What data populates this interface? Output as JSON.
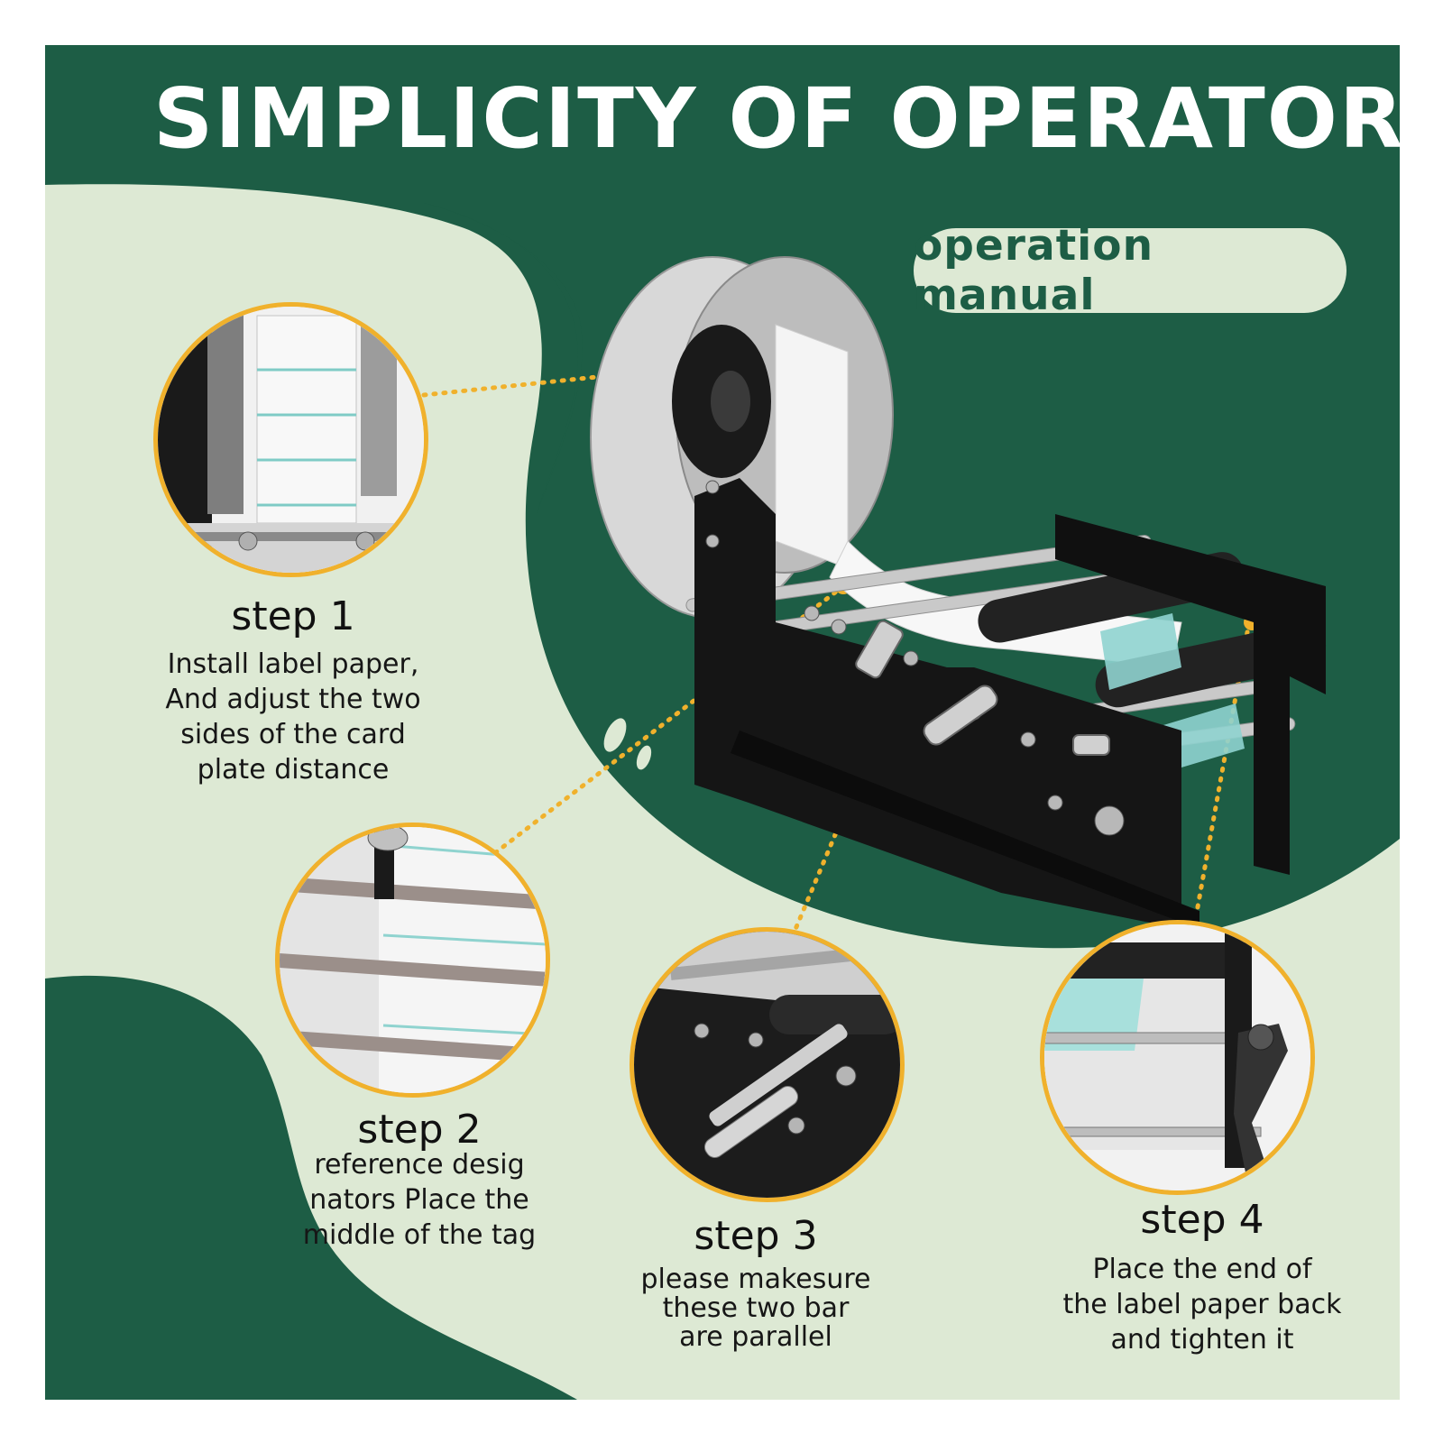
{
  "title": "SIMPLICITY OF OPERATOR",
  "badge": "operation manual",
  "steps": [
    {
      "title": "step 1",
      "text": "Install label paper,\nAnd adjust the two\nsides of the card\nplate distance"
    },
    {
      "title": "step 2",
      "text": "reference desig\nnators Place the\nmiddle of the tag"
    },
    {
      "title": "step 3",
      "text": "please makesure\nthese two bar\nare parallel"
    },
    {
      "title": "step 4",
      "text": "Place the end of\nthe label paper back\nand tighten it"
    }
  ],
  "colors": {
    "dark_green": "#1d5d45",
    "light_green": "#dde9d4",
    "accent": "#f0b12c"
  }
}
